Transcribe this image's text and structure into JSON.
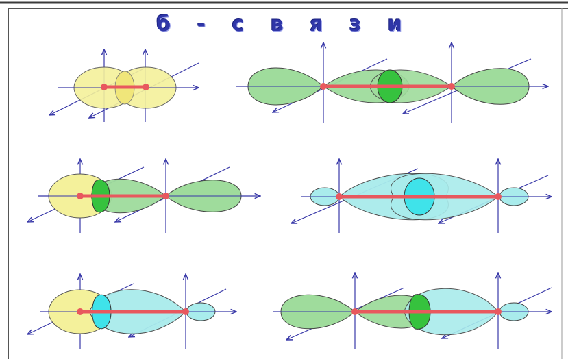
{
  "title": "б - с в я з и",
  "colors": {
    "s_orbital": "#f4f19b",
    "p_orbital": "#9fdc9c",
    "d_orbital": "#a9ecec",
    "overlap_green": "#36c23e",
    "overlap_cyan": "#3fe3ea",
    "bond": "#e8585e",
    "axis": "#3838a8",
    "frame": "#4a4a4a"
  },
  "diagrams": [
    {
      "name": "s-s-overlap",
      "orbitals": [
        "s",
        "s"
      ]
    },
    {
      "name": "p-p-overlap",
      "orbitals": [
        "p",
        "p"
      ]
    },
    {
      "name": "s-p-overlap",
      "orbitals": [
        "s",
        "p"
      ]
    },
    {
      "name": "d-d-overlap",
      "orbitals": [
        "d",
        "d"
      ]
    },
    {
      "name": "s-d-overlap",
      "orbitals": [
        "s",
        "d"
      ]
    },
    {
      "name": "p-d-overlap",
      "orbitals": [
        "p",
        "d"
      ]
    }
  ]
}
